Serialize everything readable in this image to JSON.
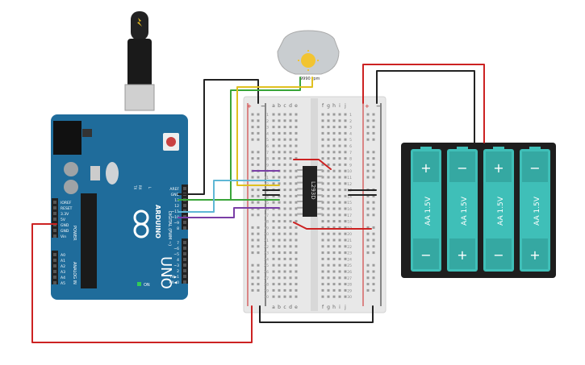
{
  "arduino": {
    "brand": "ARDUINO",
    "model": "UNO",
    "power_label": "POWER",
    "analog_label": "ANALOG IN",
    "digital_label": "DIGITAL (PWM ~)",
    "on_label": "ON",
    "tx_label": "TX",
    "rx_label": "RX",
    "l_label": "L",
    "header_top": [
      "AREF",
      "GND",
      "13",
      "12",
      "~11",
      "~10",
      "~9",
      "8"
    ],
    "header_power": [
      "IOREF",
      "RESET",
      "3.3V",
      "5V",
      "GND",
      "GND",
      "Vin"
    ],
    "header_analog": [
      "A0",
      "A1",
      "A2",
      "A3",
      "A4",
      "A5"
    ],
    "header_digital_low": [
      "7",
      "~6",
      "~5",
      "4",
      "~3",
      "2",
      "TX▶1",
      "RX◀0"
    ]
  },
  "motor": {
    "rpm_label": "9990 rpm"
  },
  "breadboard": {
    "columns_left": [
      "a",
      "b",
      "c",
      "d",
      "e"
    ],
    "columns_right": [
      "f",
      "g",
      "h",
      "i",
      "j"
    ],
    "rows": [
      "1",
      "2",
      "3",
      "4",
      "5",
      "6",
      "7",
      "8",
      "9",
      "10",
      "11",
      "12",
      "13",
      "14",
      "15",
      "16",
      "17",
      "18",
      "19",
      "20",
      "21",
      "22",
      "23",
      "24",
      "25",
      "26",
      "27",
      "28",
      "29",
      "30"
    ],
    "plus": "+",
    "minus": "−"
  },
  "chip": {
    "label": "L293D"
  },
  "battery_pack": {
    "cells": [
      {
        "label": "AA 1.5V",
        "top": "+",
        "bottom": "−"
      },
      {
        "label": "AA 1.5V",
        "top": "−",
        "bottom": "+"
      },
      {
        "label": "AA 1.5V",
        "top": "+",
        "bottom": "−"
      },
      {
        "label": "AA 1.5V",
        "top": "−",
        "bottom": "+"
      }
    ]
  },
  "colors": {
    "board_blue": "#1f6c9b",
    "breadboard": "#e8e8e8",
    "battery_cell": "#3fbfb8",
    "wire_black": "#222222",
    "wire_red": "#cc2222",
    "wire_green": "#3aa53a",
    "wire_yellow": "#e0c020",
    "wire_cyan": "#5fb7d5",
    "wire_purple": "#7a3ea6"
  }
}
